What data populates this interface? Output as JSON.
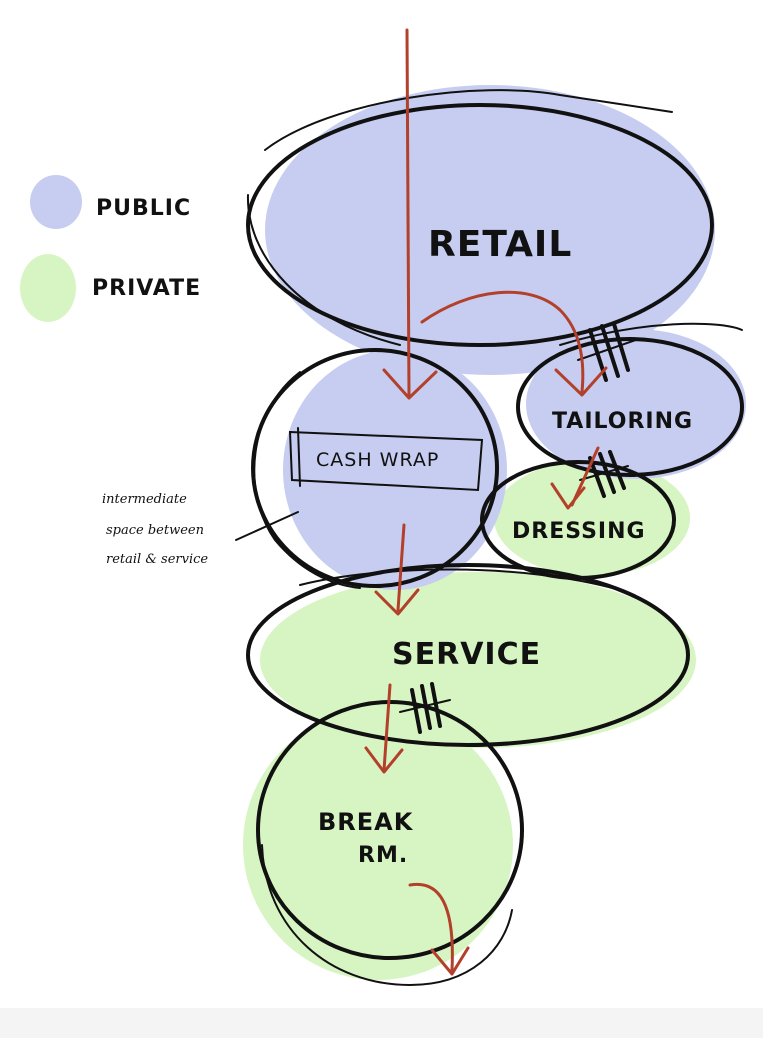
{
  "colors": {
    "public": "#c6cdf0",
    "private": "#d7f5c3",
    "outline": "#111111",
    "circulation": "#b2402a"
  },
  "legend": [
    {
      "label": "PUBLIC",
      "color": "#c6cdf0"
    },
    {
      "label": "PRIVATE",
      "color": "#d7f5c3"
    }
  ],
  "zones": {
    "retail": "RETAIL",
    "cash_wrap": "CASH WRAP",
    "tailoring": "TAILORING",
    "dressing": "DRESSING",
    "service": "SERVICE",
    "break_rm_line1": "BREAK",
    "break_rm_line2": "RM."
  },
  "annotation": {
    "line1": "intermediate",
    "line2": "space between",
    "line3": "retail & service"
  },
  "icons": {
    "circulation": "red-arrow-icon",
    "barrier": "hatch-mark-icon"
  }
}
